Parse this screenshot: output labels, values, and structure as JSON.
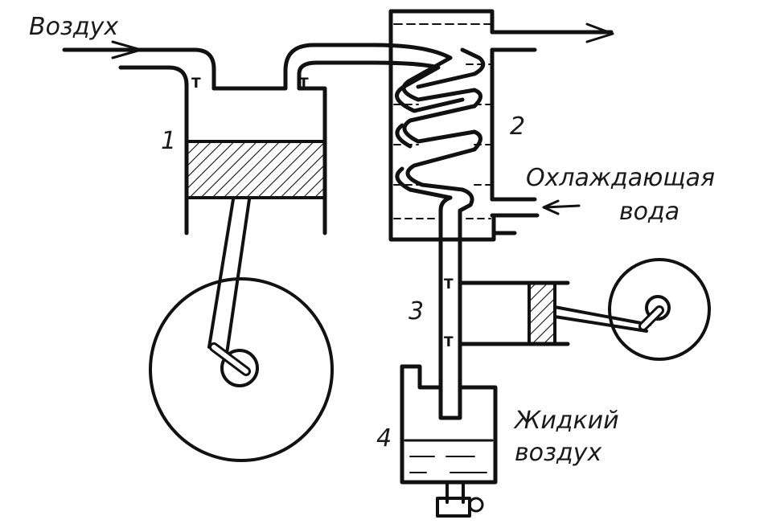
{
  "labels": {
    "air_in": "Воздух",
    "cooling_water_1": "Охлаждающая",
    "cooling_water_2": "вода",
    "liquid_air_1": "Жидкий",
    "liquid_air_2": "воздух",
    "num_1": "1",
    "num_2": "2",
    "num_3": "3",
    "num_4": "4",
    "valve": "Т"
  },
  "colors": {
    "line": "#111111",
    "liquid": "#222222",
    "background": "#ffffff"
  }
}
